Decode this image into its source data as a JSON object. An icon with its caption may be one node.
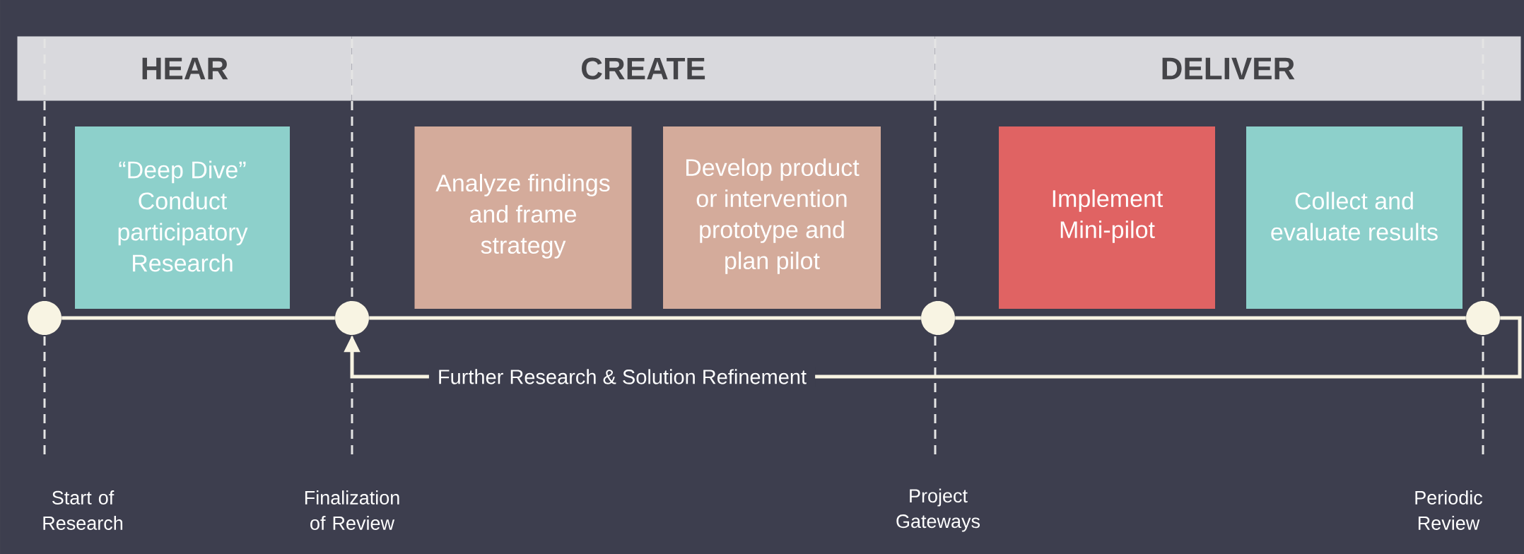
{
  "diagram": {
    "nodes": [
      {
        "text": [
          "HEAR"
        ]
      },
      {
        "text": [
          "CREATE"
        ]
      },
      {
        "text": [
          "DELIVER"
        ]
      },
      {
        "text": [
          "“Deep Dive”",
          "Conduct participatory Research"
        ]
      },
      {
        "text": [
          "Analyze findings and frame strategy"
        ]
      },
      {
        "text": [
          "Develop product or intervention prototype and plan pilot"
        ]
      },
      {
        "text": [
          "Implement Mini-pilot"
        ]
      },
      {
        "text": [
          "Collect and evaluate results"
        ]
      },
      {
        "text": [],
        "shape": "circle"
      },
      {
        "text": [],
        "shape": "circle"
      },
      {
        "text": [],
        "shape": "circle"
      },
      {
        "text": [],
        "shape": "circle"
      }
    ],
    "labels": [
      "Start of Research",
      "Finalization of Review",
      "Project Gateways",
      "Periodic Review"
    ],
    "edges": [
      {
        "from": 8,
        "to": 9,
        "arrow": "none"
      },
      {
        "from": 9,
        "to": 10,
        "arrow": "none"
      },
      {
        "from": 10,
        "to": 11,
        "arrow": "none"
      },
      {
        "from": 11,
        "to": 9,
        "arrow": "to",
        "label": "Further Research & Solution Refinement"
      }
    ]
  }
}
